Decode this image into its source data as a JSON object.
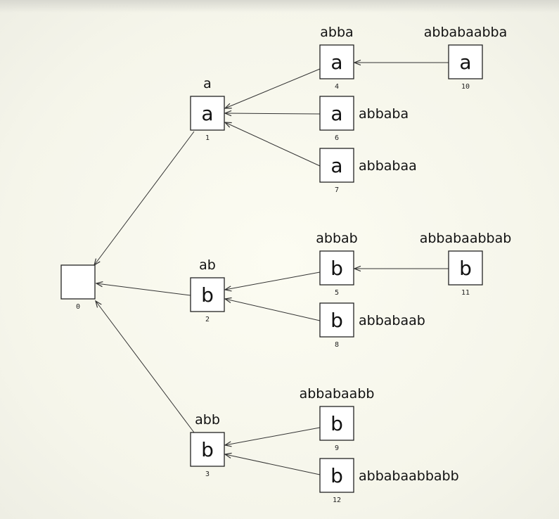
{
  "nodes": [
    {
      "id": "0",
      "letter": "",
      "index": "0",
      "label": ""
    },
    {
      "id": "1",
      "letter": "a",
      "index": "1",
      "label": "a"
    },
    {
      "id": "2",
      "letter": "b",
      "index": "2",
      "label": "ab"
    },
    {
      "id": "3",
      "letter": "b",
      "index": "3",
      "label": "abb"
    },
    {
      "id": "4",
      "letter": "a",
      "index": "4",
      "label": "abba"
    },
    {
      "id": "5",
      "letter": "b",
      "index": "5",
      "label": "abbab"
    },
    {
      "id": "6",
      "letter": "a",
      "index": "6",
      "label": "abbaba"
    },
    {
      "id": "7",
      "letter": "a",
      "index": "7",
      "label": "abbabaa"
    },
    {
      "id": "8",
      "letter": "b",
      "index": "8",
      "label": "abbabaab"
    },
    {
      "id": "9",
      "letter": "b",
      "index": "9",
      "label": "abbabaabb"
    },
    {
      "id": "10",
      "letter": "a",
      "index": "10",
      "label": "abbabaabba"
    },
    {
      "id": "11",
      "letter": "b",
      "index": "11",
      "label": "abbabaabbab"
    },
    {
      "id": "12",
      "letter": "b",
      "index": "12",
      "label": "abbabaabbabb"
    }
  ],
  "edges": [
    {
      "from": "1",
      "to": "0"
    },
    {
      "from": "2",
      "to": "0"
    },
    {
      "from": "3",
      "to": "0"
    },
    {
      "from": "4",
      "to": "1"
    },
    {
      "from": "6",
      "to": "1"
    },
    {
      "from": "7",
      "to": "1"
    },
    {
      "from": "5",
      "to": "2"
    },
    {
      "from": "8",
      "to": "2"
    },
    {
      "from": "9",
      "to": "3"
    },
    {
      "from": "12",
      "to": "3"
    },
    {
      "from": "10",
      "to": "4"
    },
    {
      "from": "11",
      "to": "5"
    }
  ]
}
